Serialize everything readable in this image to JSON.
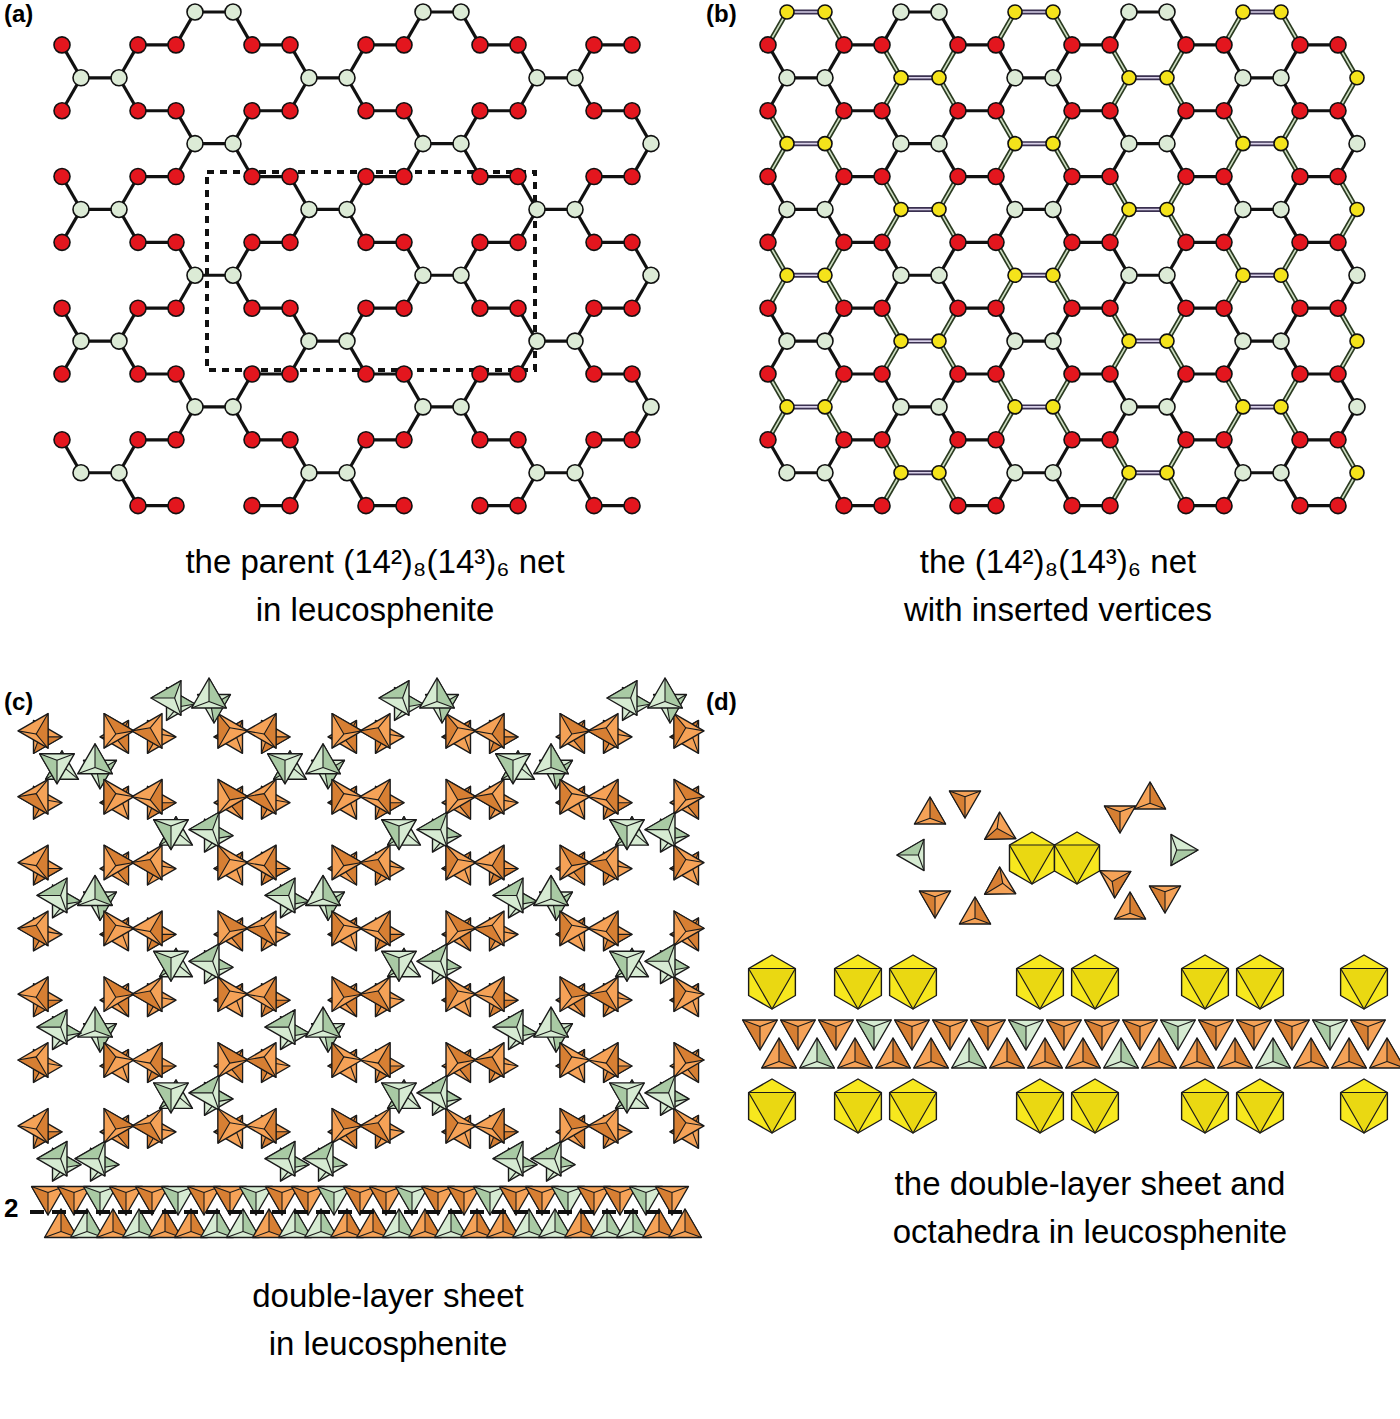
{
  "diagram": {
    "labels": [
      "(a)",
      "the parent (14²)₈(14³)₆ net in leucosphenite",
      "(b)",
      "the (14²)₈(14³)₆ net with inserted vertices",
      "(c)",
      "2",
      "double-layer sheet in leucosphenite",
      "(d)",
      "the double-layer sheet and octahedra in leucosphenite"
    ]
  }
}
